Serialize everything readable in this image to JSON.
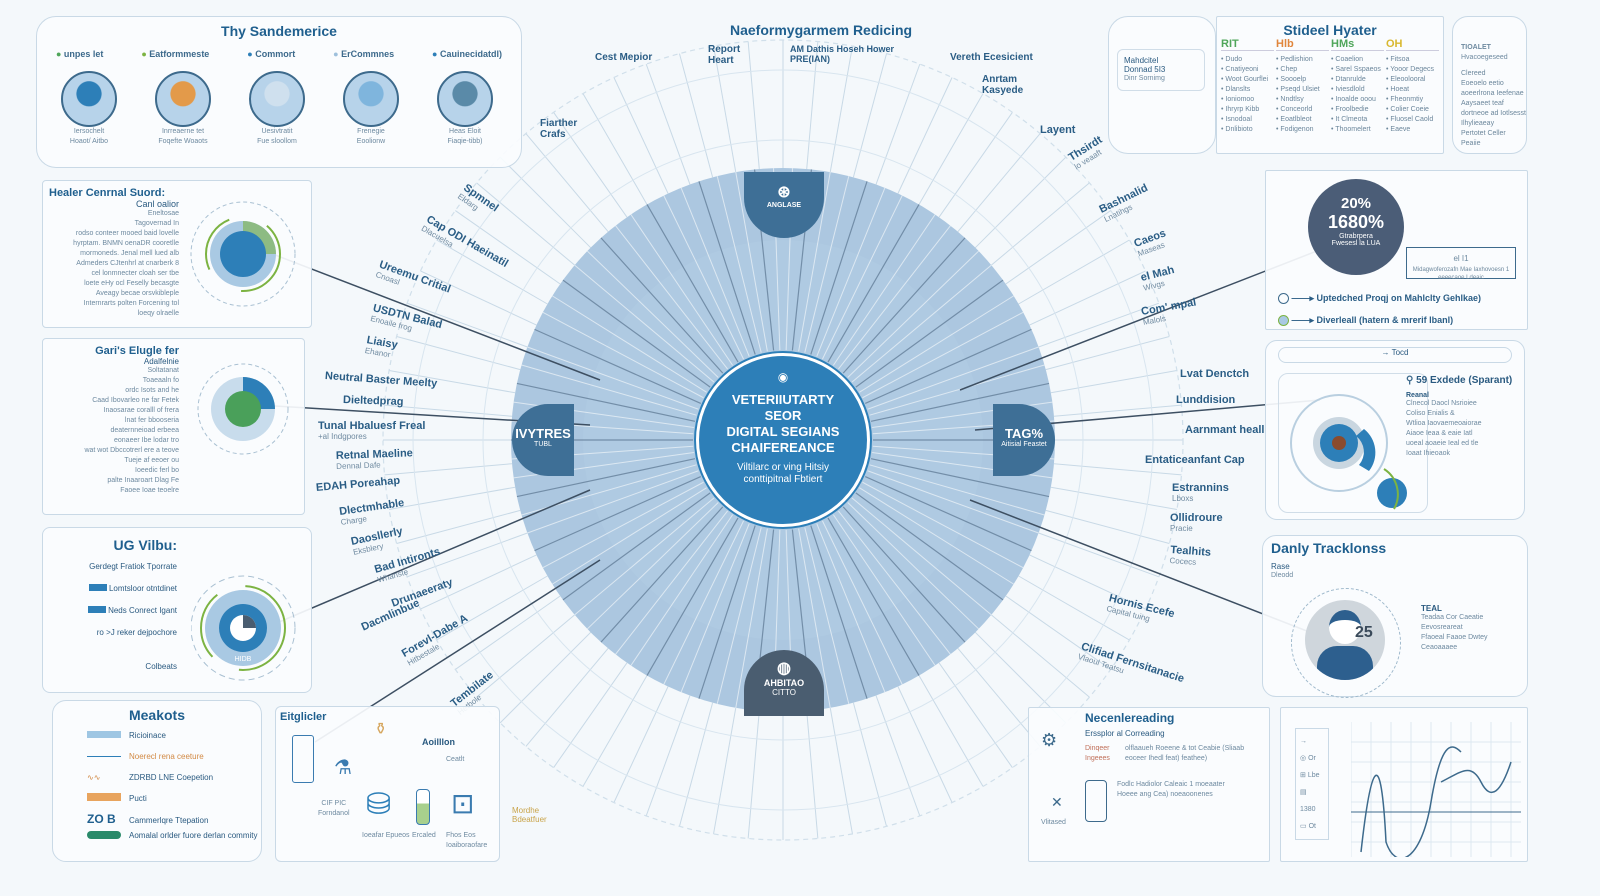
{
  "top_title": "Naeformygarmem Redicing",
  "top_labels": [
    "Cest Mepior",
    "Report Heart",
    "AM Dathis Hoseh Hower PRE(IAN)",
    "Vereth Ecesicient",
    "Anrtam Kasyede",
    "Layent",
    "Fiarther Crafs"
  ],
  "center": {
    "title_lines": [
      "VETERIIUTARTY",
      "SEOR",
      "DIGITAL SEGIANS",
      "CHAIFEREANCE"
    ],
    "subtitle": "Viltilarc or ving Hitsiy",
    "subtitle2": "conttipitnal Fbtiert"
  },
  "tabs": {
    "top": "ANGLASE",
    "left": "IVYTRES",
    "left_sub": "TUBL",
    "right": "TAG%",
    "right_sub": "Aitisial Feastet",
    "bottom": "AHBITAO",
    "bottom_sub": "CITTO"
  },
  "left_labels": [
    {
      "t": "Spmnel",
      "s": "Eldarg"
    },
    {
      "t": "Cap ODI Haeinatil",
      "s": "Dlacuelsa"
    },
    {
      "t": "Ureemu Critial",
      "s": "Cnoasl"
    },
    {
      "t": "USDTN Balad",
      "s": "Enoaile frog"
    },
    {
      "t": "Liaisy",
      "s": "Ehanor"
    },
    {
      "t": "Neutral Baster Meelty",
      "s": ""
    },
    {
      "t": "Dieltedprag",
      "s": ""
    },
    {
      "t": "Tunal Hbaluesf Freal",
      "s": "+al Indgpores"
    },
    {
      "t": "Retnal Maeline",
      "s": "Dennal Dafe"
    },
    {
      "t": "EDAH Poreahap",
      "s": ""
    },
    {
      "t": "Dlectmhable",
      "s": "Charge"
    },
    {
      "t": "Daosllerly",
      "s": "Eksblery"
    },
    {
      "t": "Bad Intironts",
      "s": "Whanste"
    },
    {
      "t": "Drunaeeraty",
      "s": ""
    },
    {
      "t": "Dacmlinbue",
      "s": ""
    },
    {
      "t": "Forevl-Dabe A",
      "s": "Hitbestale"
    },
    {
      "t": "Tembilate",
      "s": "Hetbole"
    }
  ],
  "right_labels": [
    {
      "t": "Thsirdt",
      "s": "lo veaaft"
    },
    {
      "t": "Bashnalid",
      "s": "Lnatihgs"
    },
    {
      "t": "Caeos",
      "s": "Maseas"
    },
    {
      "t": "el Mah",
      "s": "Wivgs"
    },
    {
      "t": "Com' mpal",
      "s": "Malols"
    },
    {
      "t": "Lvat Denctch",
      "s": ""
    },
    {
      "t": "Lunddision",
      "s": ""
    },
    {
      "t": "Aarnmant heall",
      "s": ""
    },
    {
      "t": "Entaticeanfant Cap",
      "s": ""
    },
    {
      "t": "Estrannins",
      "s": "Lboxs"
    },
    {
      "t": "Ollidroure",
      "s": "Pracie"
    },
    {
      "t": "Tealhits",
      "s": "Cocecs"
    },
    {
      "t": "Hornis Ecefe",
      "s": "Capital tuing"
    },
    {
      "t": "Clifiad Fernsitanacie",
      "s": "Vlaoul Teatsu"
    }
  ],
  "panel_service": {
    "title": "Thy Sandemerice",
    "legend": [
      "unpes let",
      "Eatformmeste",
      "Commort",
      "ErCommnes",
      "Cauinecidatdl)"
    ],
    "steps": [
      [
        "Iersochelt",
        "Hoaot/ Aitbo"
      ],
      [
        "Inrreaerne tet",
        "Foqefte Woaots"
      ],
      [
        "Uesivtratit",
        "Fue sloollom"
      ],
      [
        "Frenegie",
        "Eoolionw"
      ],
      [
        "Heas Eloit",
        "Fiaqie-tibb)"
      ]
    ]
  },
  "panel_healer": {
    "title": "Healer Cenrnal Suord:",
    "sub": "Canl oalior",
    "sub2": "Eneltosae",
    "lines": [
      "Tagovernad In",
      "rodso conteer mooed baid lovelle",
      "hyrptam. BNMN oenaDR cooretlle",
      "mormoneds. Jenal mell lued alb",
      "Admeders CJtenhrl at cnarberk 8",
      "cel lonmnecter cloah ser tbe",
      "loete eHy ocl Feselly becasgte",
      "Aveagy becae orsvkibleple",
      "Internrarts polten Forcening tol",
      "loeqy olraelle"
    ]
  },
  "panel_gari": {
    "title": "Gari's Elugle fer",
    "sub": "Adalfelnie",
    "lines": [
      "Soltatanat",
      "Toaeaaln fo",
      "ordc Isots and he",
      "Caad Ibovarleo ne far Fetek",
      "Inaosarae coralll of frera",
      "lnat fer bbooseria",
      "deaternneioad erbeea",
      "eonaeer Ibe lodar tro",
      "wat wot Dbccotrerl ere a teove",
      "Tueje af eeoer ou",
      "Ioeedic ferl bo",
      "palte Inaaroart Dlag Fe",
      "Faoee Ioae teoelre"
    ]
  },
  "panel_vilbu": {
    "title": "UG Vilbu:",
    "items": [
      "Gerdegt Fratiok Tporrate",
      "Lomtsloor otntdinet",
      "Neds Conrect Igant",
      "ro >J reker dejpochore"
    ],
    "footer": "Colbeats",
    "donut_label": "HIDB"
  },
  "panel_meakots": {
    "title": "Meakots",
    "items": [
      "Ricioinace",
      "Noerecl rena ceeture",
      "ZDRBD LNE Coepetion",
      "Pucti",
      "Cammerlqre Ttepation",
      "Aomalal orlder fuore derlan commity"
    ],
    "code": "ZO B"
  },
  "panel_eitglicler": {
    "title": "Eitglicler",
    "labels": [
      "Aoilllon",
      "Ceatlt",
      "CIF PIC",
      "Forndanol",
      "Ioeafar Epueos",
      "Ercaled",
      "Fhos Eos Ioaiboraofare",
      "Mordhe Bdeatfuer"
    ]
  },
  "panel_stideel": {
    "title": "Stideel Hyater",
    "cols": [
      {
        "head": "RIT",
        "color": "#4fa65a",
        "items": [
          "Dudo",
          "Cnatiyeoni",
          "Woot Gourflei",
          "Dlanslts",
          "Ioniomoo",
          "Ihryrp Kibb",
          "Isnodoal",
          "Dnlibioto"
        ]
      },
      {
        "head": "Hlb",
        "color": "#e0863c",
        "items": [
          "Pedlishion",
          "Chep",
          "Soooelp",
          "Pseqd Ulsiet",
          "Nndtlsy",
          "Conceorld",
          "Eoatlbleot",
          "Fodigenon"
        ]
      },
      {
        "head": "HMs",
        "color": "#4fa65a",
        "items": [
          "Coaelion",
          "Sarel Sspaeos",
          "Dtanrulde",
          "Iviesdlold",
          "Inoalde ooou",
          "Froolbedie",
          "It Clmeota",
          "Thoomelert"
        ]
      },
      {
        "head": "OH",
        "color": "#d8b830",
        "items": [
          "Fitsoa",
          "Yooor Degecs",
          "Eleoolooral",
          "Hoeat",
          "Fheonmtiy",
          "Colier Coeie",
          "Fluosel Caold",
          "Eaeve"
        ]
      }
    ]
  },
  "panel_mahdcitel": {
    "lines": [
      "Mahdcitel",
      "Donnad 5I3",
      "Dinr Sornimg"
    ]
  },
  "panel_tioalet": {
    "title": "TIOALET",
    "sub": "Hvacoegeseed",
    "items": [
      "Clereed",
      "Eoeoelo eetio aoeerlrona Ieefenae",
      "Aaysaeet teaf dortneoe ad Iotlsesst",
      "Ilhylieaeay",
      "Pertotet Celler Peaiie"
    ]
  },
  "panel_stat": {
    "big1": "20%",
    "big2": "1680%",
    "caption1": "Gtrabrpera",
    "caption2": "Fwesesl la LUA",
    "box_title": "el I1",
    "box_text": "Midagwoferozafn Mae Iaxhovoesn 1 eeeecaoe Ldeaic",
    "legend": [
      "Uptedched Proqj on Mahlclty Gehlkae)",
      "Diverleall (hatern & mrerif lbanl)"
    ]
  },
  "panel_tocd": {
    "bar": "→ Tocd",
    "title": "59 Exdede (Sparant)",
    "sub": "Reanal",
    "lines": [
      "Clnecol Daocl Nsrioiee",
      "Coliso Enialis &",
      "Wtlioa Iaovaemeoaiorae",
      "Aiaoe Ieaa & eaie Iatl",
      "uoeal aoaeie Ieal ed tle",
      "Ioaat Ihieoaok"
    ]
  },
  "panel_tracking": {
    "title": "Danly Tracklonss",
    "sub": "Rase",
    "sub2": "Dleodd",
    "number": "25",
    "side_title": "TEAL",
    "side_lines": [
      "Teadaa Cor Caeatie",
      "Eevosreareat",
      "Ffaoeal Faaoe Dwtey",
      "Ceaoaaaee"
    ]
  },
  "panel_neuro": {
    "title": "Necenlereading",
    "sub": "Erssplor al Correading",
    "a": "Dinqeer Ingeees",
    "b": "olflaaueh Roeene & tot Ceabie (Sliaab eoceer Ihedl feat) feathee)",
    "c": "Fodlc Hadiolor Caleaic 1 moeaater Hoeee ang Cea) noeaoonenes",
    "x_label": "Vlitased"
  },
  "panel_chart": {
    "legend": [
      "Or",
      "Lbe",
      "1380",
      "Ot"
    ]
  },
  "colors": {
    "primary": "#2d7fb8",
    "dark": "#3e6f96",
    "ring": "#a9c7e2",
    "green": "#7cb342",
    "orange": "#e39a4a"
  }
}
